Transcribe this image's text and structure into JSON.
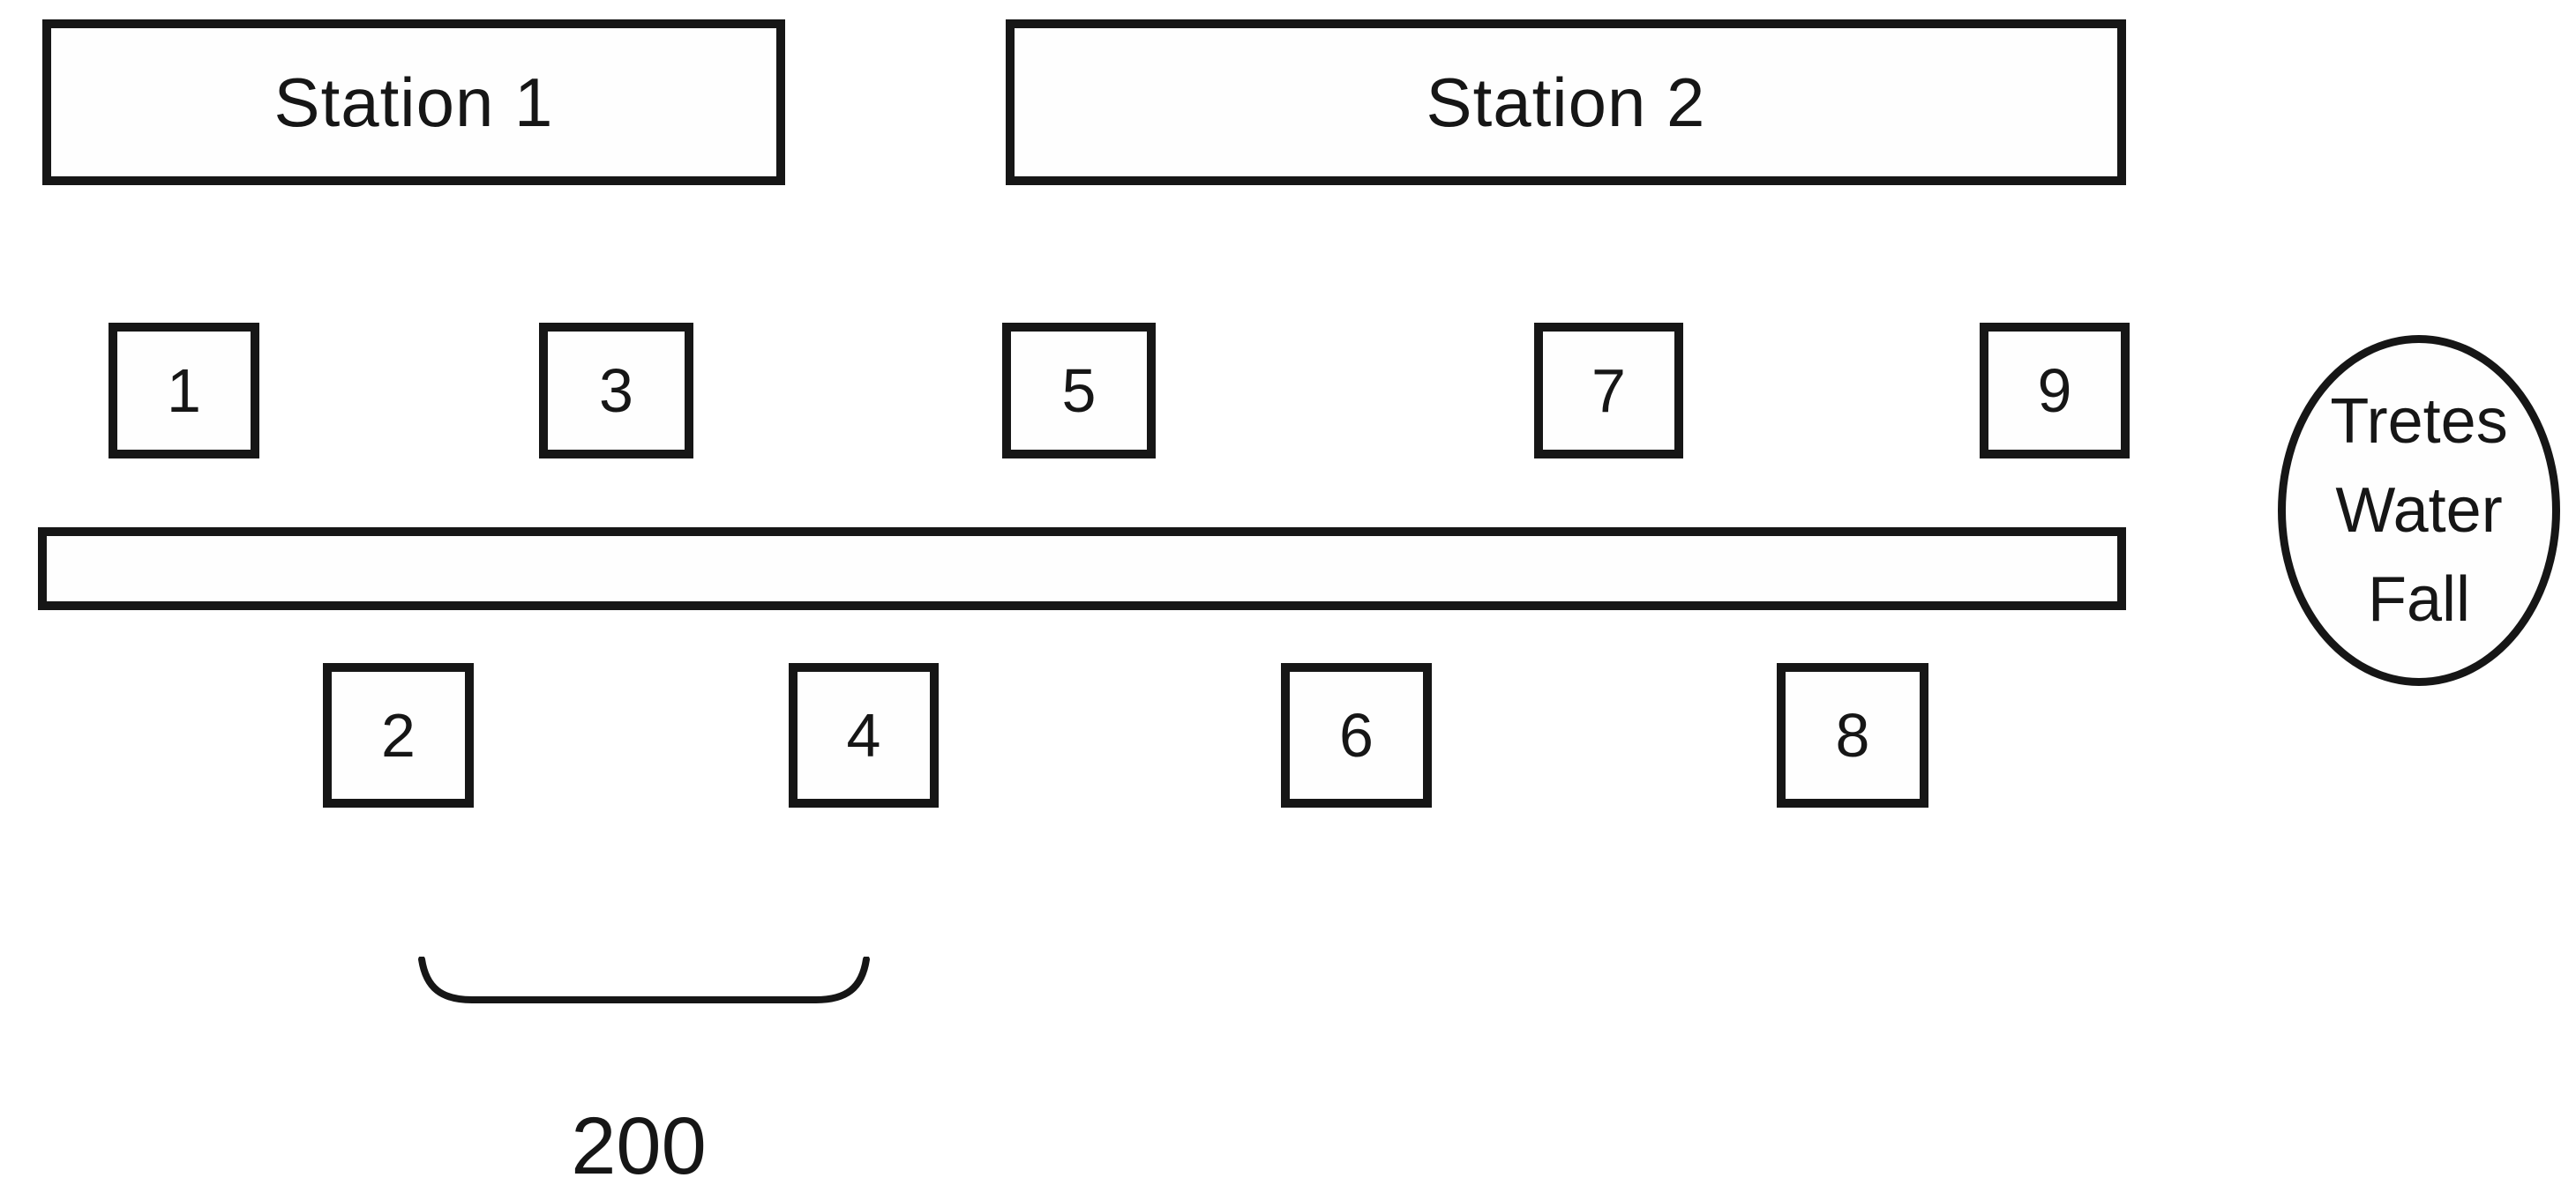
{
  "diagram": {
    "title_hint": "survey layout sketch",
    "stations": [
      {
        "label": "Station 1"
      },
      {
        "label": "Station 2"
      }
    ],
    "stakes_top": [
      {
        "label": "1"
      },
      {
        "label": "3"
      },
      {
        "label": "5"
      },
      {
        "label": "7"
      },
      {
        "label": "9"
      }
    ],
    "stakes_bottom": [
      {
        "label": "2"
      },
      {
        "label": "4"
      },
      {
        "label": "6"
      },
      {
        "label": "8"
      }
    ],
    "landmark": {
      "line1": "Tretes",
      "line2": "Water",
      "line3": "Fall"
    },
    "measurement": {
      "value": "200"
    },
    "colors": {
      "line": "#161616",
      "background": "#ffffff"
    }
  }
}
